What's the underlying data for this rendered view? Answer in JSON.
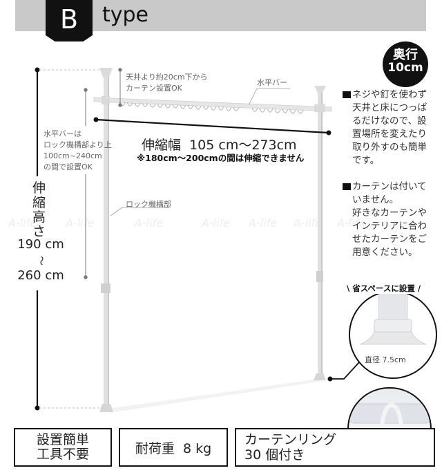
{
  "header": {
    "badge": "B",
    "title": "type"
  },
  "depth_badge": {
    "line1": "奥行",
    "line2": "10cm"
  },
  "notes": [
    {
      "text": "ネジや釘を使わず\n天井と床につっぱ\nるだけなので、設\n置場所を変えたり\n取り外すのも簡単\nです。"
    },
    {
      "text": "カーテンは付いて\nいません。\n好きなカーテンや\nインテリアに合わ\nせたカーテンをご\n用意ください。"
    }
  ],
  "annotations": {
    "ceiling_offset": "天井より約20cm下から\nカーテン設置OK",
    "horizontal_bar": "水平バー",
    "horizontal_bar_range": "水平バーは\nロック機構部より上\n100cm~240cm\nの間で設置OK",
    "lock_mechanism": "ロック機構部"
  },
  "dimensions": {
    "width_label": "伸縮幅  105 cm〜273cm",
    "width_note": "※180cm〜200cmの間は伸縮できません",
    "height_label_vertical": "伸縮高さ",
    "height_min": "190 cm",
    "height_separator": "〜",
    "height_max": "260 cm"
  },
  "base_detail": {
    "title": "省スペースに設置",
    "diameter": "直径 7.5cm"
  },
  "features": [
    {
      "label": "設置簡単\n工具不要"
    },
    {
      "label": "耐荷重  8 kg"
    },
    {
      "label": "カーテンリング\n30 個付き"
    }
  ],
  "watermark": "A-life",
  "colors": {
    "header_band": "#c9c9c9",
    "badge_bg": "#111111",
    "pole": "#e3e3e3",
    "text_gray": "#666666"
  }
}
